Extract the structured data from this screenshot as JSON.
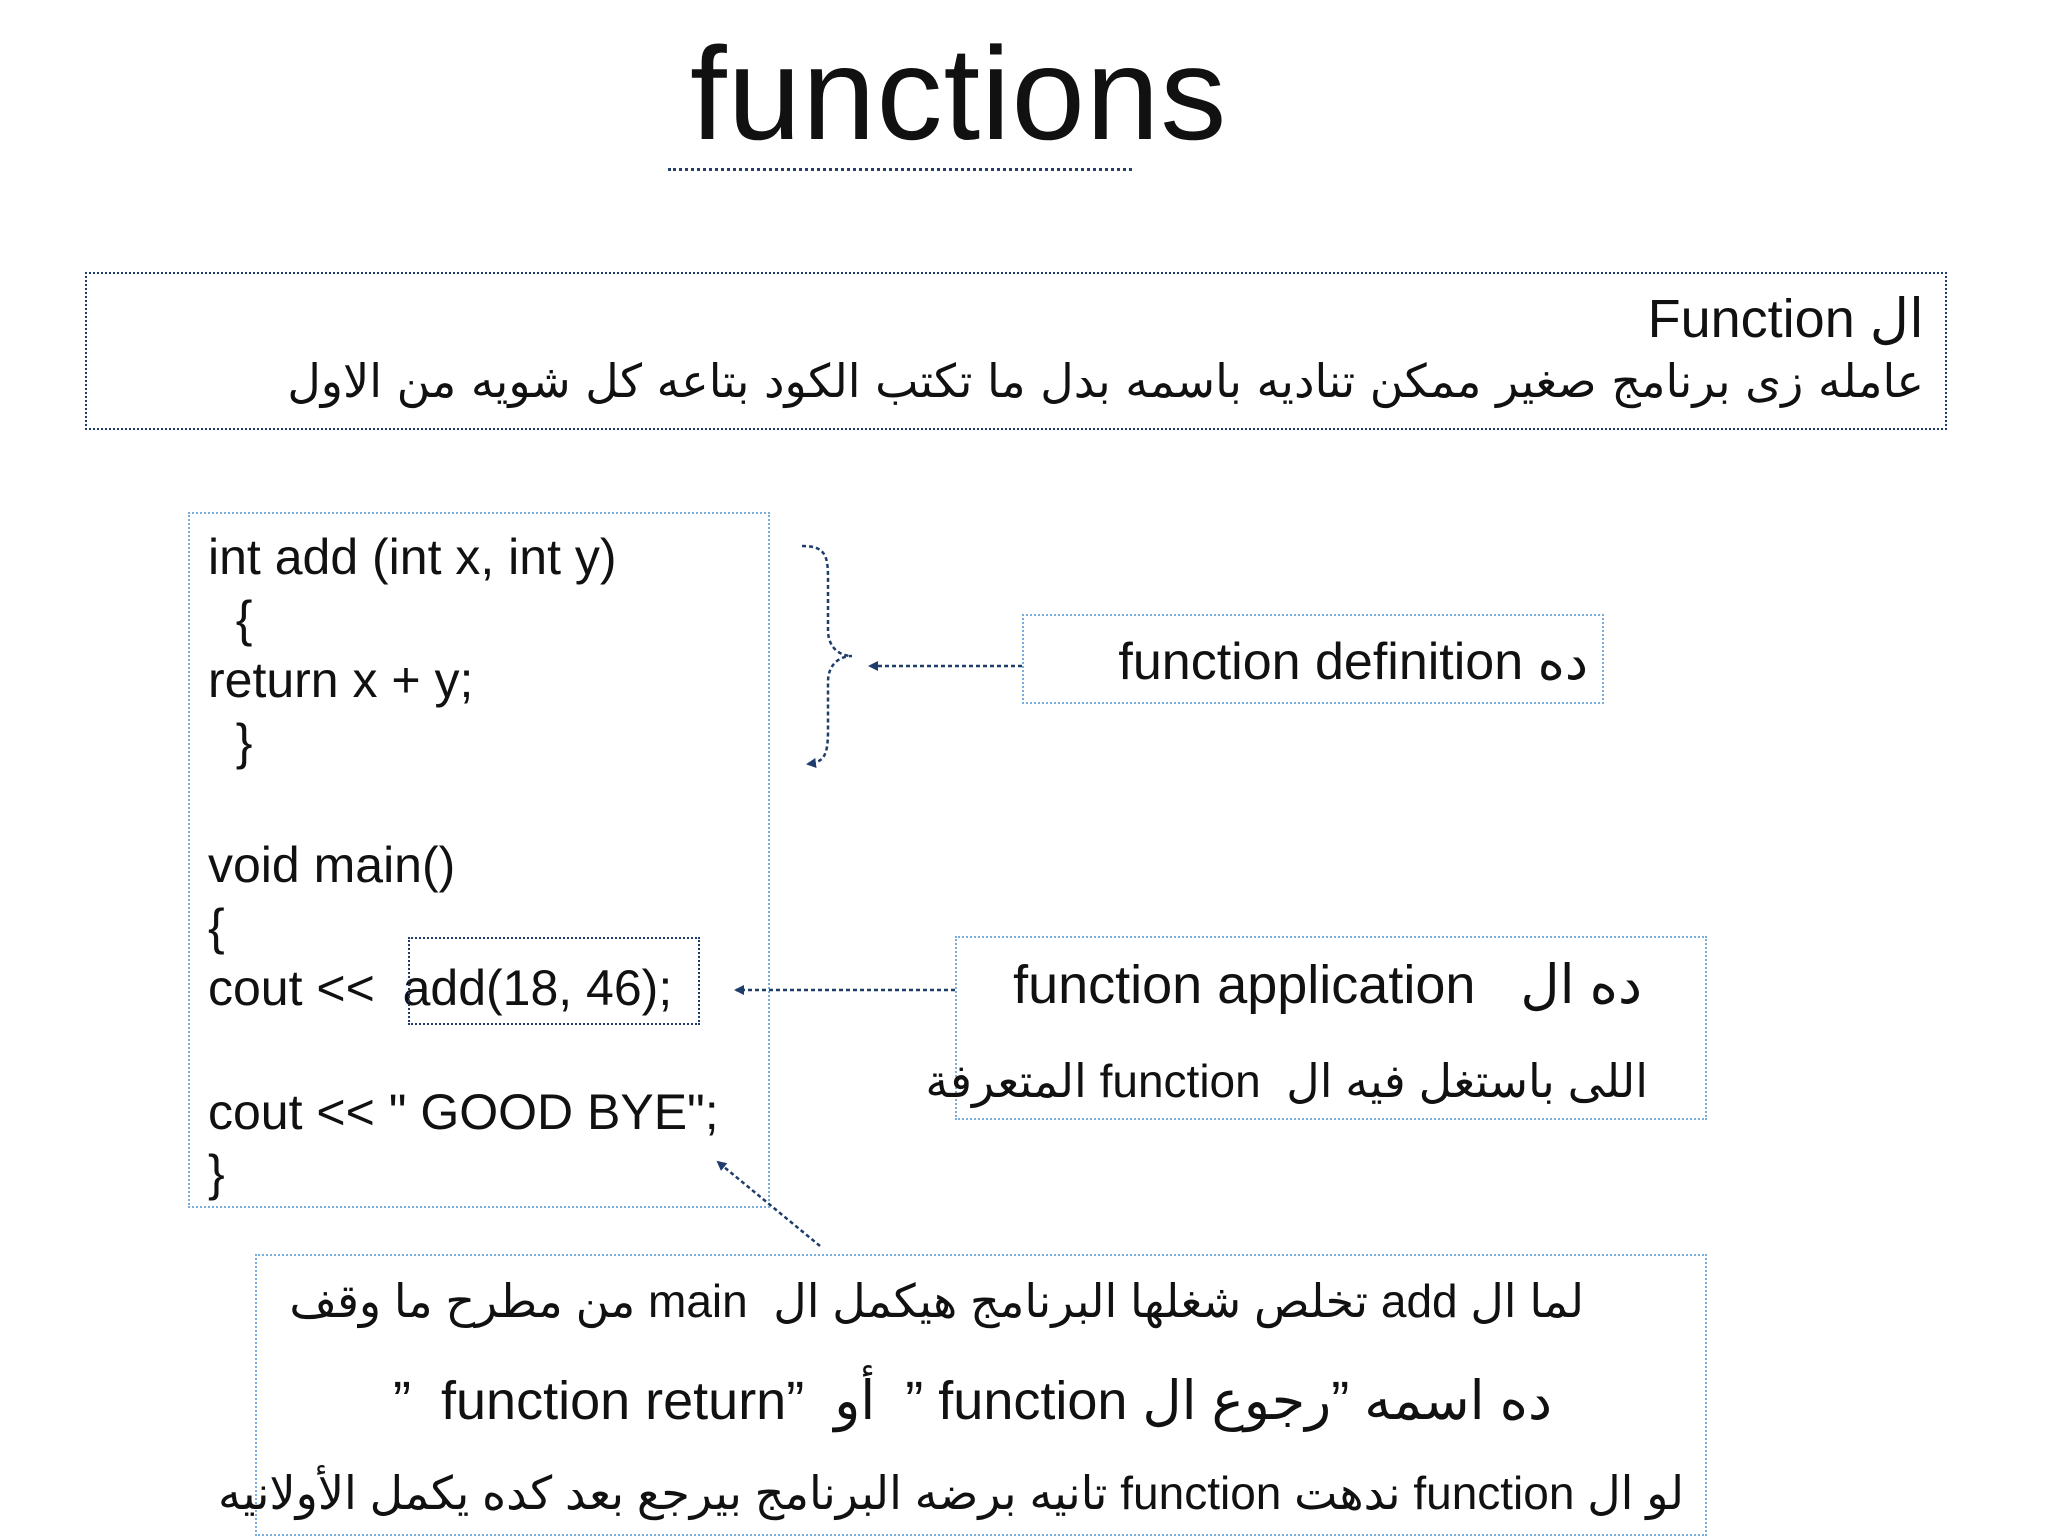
{
  "title": "functions",
  "intro": {
    "line1": "ال Function",
    "line2": "عامله زى برنامج صغير ممكن تناديه باسمه بدل ما تكتب الكود بتاعه كل شويه من الاول"
  },
  "code": {
    "lines": [
      "int add (int  x,  int  y)",
      "  {",
      "return x + y;",
      "  }",
      "",
      "void main()",
      "{",
      "cout <<  add(18, 46);",
      "",
      "cout << \" GOOD BYE\";",
      "}"
    ]
  },
  "callouts": {
    "definition": "ده function definition",
    "application_line1": "ده ال   function application",
    "application_line2": "اللى باستغل فيه ال  function المتعرفة",
    "return_line1": "لما ال add تخلص شغلها البرنامج هيكمل ال  main من مطرح ما وقف",
    "return_line2": "ده اسمه ”رجوع ال function ”  أو  ”function return  ”",
    "return_line3": "لو ال function ندهت function تانيه برضه البرنامج بيرجع بعد كده يكمل الأولانيه"
  }
}
